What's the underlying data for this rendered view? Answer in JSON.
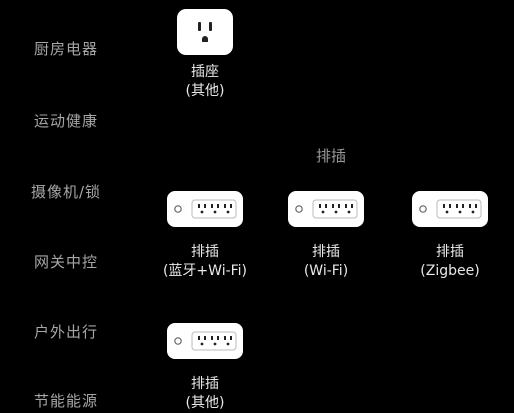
{
  "categories": [
    {
      "label": "厨房电器"
    },
    {
      "label": "运动健康"
    },
    {
      "label": "摄像机/锁"
    },
    {
      "label": "网关中控"
    },
    {
      "label": "户外出行"
    },
    {
      "label": "节能能源"
    }
  ],
  "sections": {
    "power_strip_header": "排插"
  },
  "devices": [
    {
      "name": "插座",
      "variant": "(其他)",
      "icon": "wall-socket-icon"
    },
    {
      "name": "排插",
      "variant": "(蓝牙+Wi-Fi)",
      "icon": "power-strip-icon"
    },
    {
      "name": "排插",
      "variant": "(Wi-Fi)",
      "icon": "power-strip-icon"
    },
    {
      "name": "排插",
      "variant": "(Zigbee)",
      "icon": "power-strip-icon"
    },
    {
      "name": "排插",
      "variant": "(其他)",
      "icon": "power-strip-icon"
    }
  ]
}
